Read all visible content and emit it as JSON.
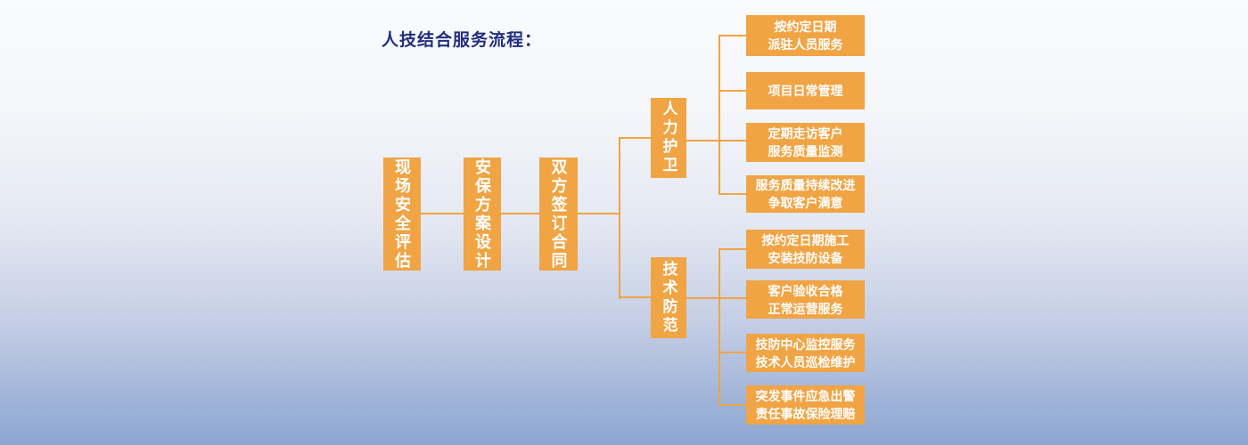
{
  "title": "人技结合服务流程：",
  "colors": {
    "accent_orange": "#F0A444",
    "title_navy": "#212E7C",
    "node_text": "#FFFFFF",
    "background_top": "#F9FBFD",
    "background_bottom": "#8BA5D2"
  },
  "flow": {
    "stage_nodes": [
      {
        "label": "现场安全评估"
      },
      {
        "label": "安保方案设计"
      },
      {
        "label": "双方签订合同"
      }
    ],
    "branch_nodes": [
      {
        "label": "人力护卫"
      },
      {
        "label": "技术防范"
      }
    ],
    "manpower_steps": [
      {
        "line1": "按约定日期",
        "line2": "派驻人员服务"
      },
      {
        "line1": "项目日常管理",
        "line2": ""
      },
      {
        "line1": "定期走访客户",
        "line2": "服务质量监测"
      },
      {
        "line1": "服务质量持续改进",
        "line2": "争取客户满意"
      }
    ],
    "tech_steps": [
      {
        "line1": "按约定日期施工",
        "line2": "安装技防设备"
      },
      {
        "line1": "客户验收合格",
        "line2": "正常运营服务"
      },
      {
        "line1": "技防中心监控服务",
        "line2": "技术人员巡检维护"
      },
      {
        "line1": "突发事件应急出警",
        "line2": "责任事故保险理赔"
      }
    ]
  }
}
